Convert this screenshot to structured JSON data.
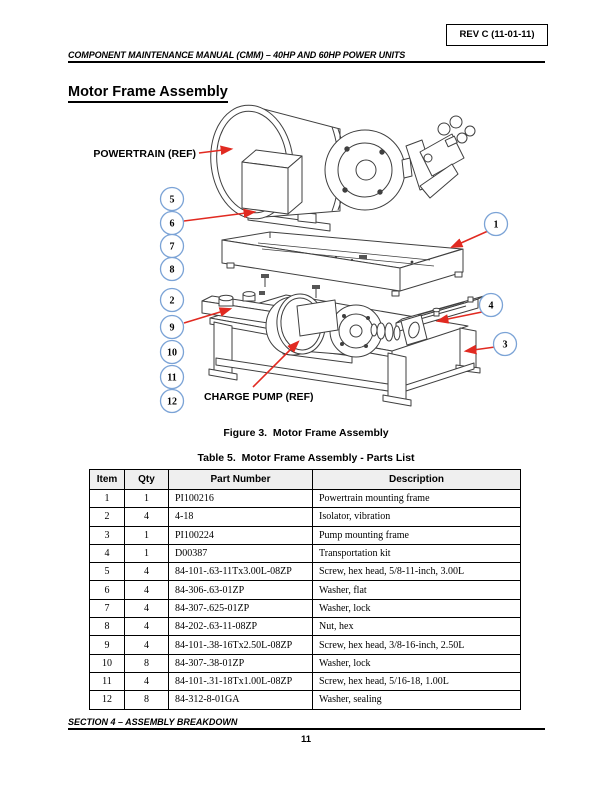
{
  "page": {
    "rev_box": "REV C (11-01-11)",
    "header": "COMPONENT MAINTENANCE MANUAL (CMM) – 40HP AND 60HP POWER UNITS",
    "title": "Motor Frame Assembly",
    "footer": "SECTION 4 – ASSEMBLY BREAKDOWN",
    "page_number": "11"
  },
  "figure": {
    "caption": "Figure 3.  Motor Frame Assembly",
    "powertrain_label": "POWERTRAIN (REF)",
    "charge_pump_label": "CHARGE PUMP (REF)",
    "callouts": {
      "c1": "1",
      "c2": "2",
      "c3": "3",
      "c4": "4",
      "c5": "5",
      "c6": "6",
      "c7": "7",
      "c8": "8",
      "c9": "9",
      "c10": "10",
      "c11": "11",
      "c12": "12"
    }
  },
  "table": {
    "title": "Table 5.  Motor Frame Assembly - Parts List",
    "columns": [
      "Item",
      "Qty",
      "Part Number",
      "Description"
    ],
    "rows": [
      [
        "1",
        "1",
        "PI100216",
        "Powertrain mounting frame"
      ],
      [
        "2",
        "4",
        "4-18",
        "Isolator, vibration"
      ],
      [
        "3",
        "1",
        "PI100224",
        "Pump mounting frame"
      ],
      [
        "4",
        "1",
        "D00387",
        "Transportation kit"
      ],
      [
        "5",
        "4",
        "84-101-.63-11Tx3.00L-08ZP",
        "Screw, hex head, 5/8-11-inch, 3.00L"
      ],
      [
        "6",
        "4",
        "84-306-.63-01ZP",
        "Washer, flat"
      ],
      [
        "7",
        "4",
        "84-307-.625-01ZP",
        "Washer, lock"
      ],
      [
        "8",
        "4",
        "84-202-.63-11-08ZP",
        "Nut, hex"
      ],
      [
        "9",
        "4",
        "84-101-.38-16Tx2.50L-08ZP",
        "Screw, hex head, 3/8-16-inch, 2.50L"
      ],
      [
        "10",
        "8",
        "84-307-.38-01ZP",
        "Washer, lock"
      ],
      [
        "11",
        "4",
        "84-101-.31-18Tx1.00L-08ZP",
        "Screw, hex head, 5/16-18, 1.00L"
      ],
      [
        "12",
        "8",
        "84-312-8-01GA",
        "Washer, sealing"
      ]
    ]
  },
  "colors": {
    "callout_border": "#7ba3d6",
    "arrow_red": "#e12a21",
    "line_art": "#3f3f3f",
    "table_header_bg": "#efefef"
  }
}
